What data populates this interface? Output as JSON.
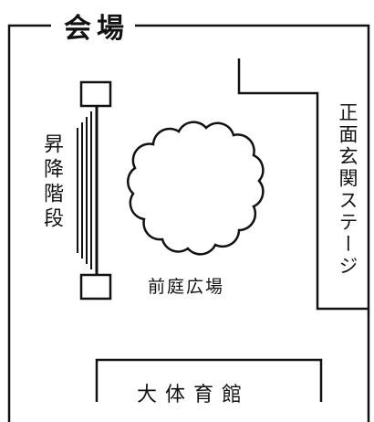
{
  "venue": {
    "title": "会場"
  },
  "areas": {
    "stairs_label": "昇降階段",
    "entrance_stage_label": "正面玄関ステージ",
    "front_plaza_label": "前庭広場",
    "gymnasium_label": "大体育館"
  },
  "colors": {
    "line": "#111111",
    "background": "#ffffff"
  }
}
